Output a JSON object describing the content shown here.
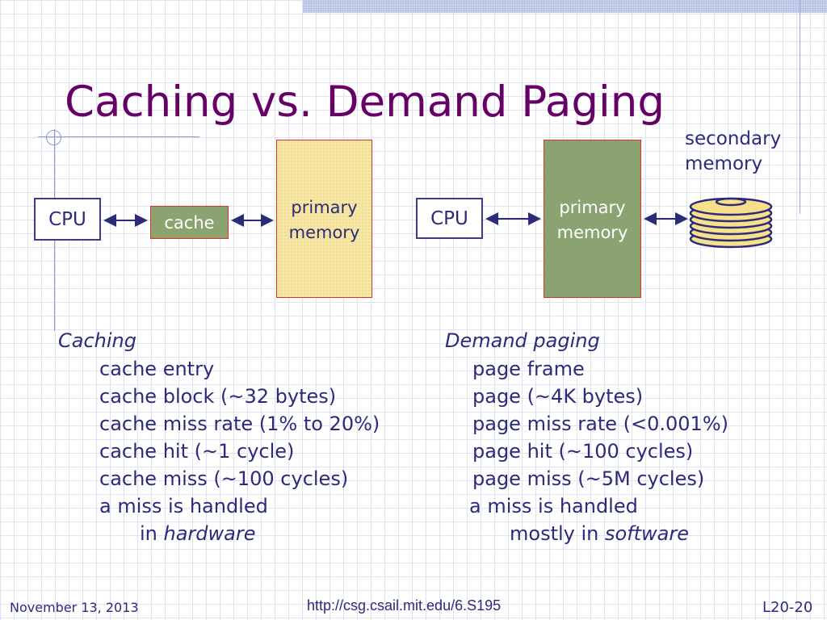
{
  "slide": {
    "title": "Caching vs. Demand Paging"
  },
  "diagram": {
    "left": {
      "cpu_label": "CPU",
      "cache_label": "cache",
      "primary_line1": "primary",
      "primary_line2": "memory"
    },
    "right": {
      "cpu_label": "CPU",
      "primary_line1": "primary",
      "primary_line2": "memory",
      "secondary_line1": "secondary",
      "secondary_line2": "memory"
    },
    "colors": {
      "title": "#660066",
      "text": "#2b2b7a",
      "cache_fill": "#8aa371",
      "primary_left_fill": "#f6e7a4",
      "box_border": "#e0301e"
    }
  },
  "caching": {
    "heading": "Caching",
    "items": [
      "cache entry",
      "cache block (~32 bytes)",
      "cache miss rate (1% to 20%)",
      "cache hit (~1 cycle)",
      "cache miss (~100 cycles)",
      "a miss is handled"
    ],
    "handled_prefix": "in ",
    "handled_emph": "hardware"
  },
  "paging": {
    "heading": "Demand paging",
    "items": [
      "page frame",
      "page (~4K bytes)",
      "page miss rate (<0.001%)",
      "page hit (~100 cycles)",
      "page miss (~5M cycles)",
      "a miss is handled"
    ],
    "handled_prefix": "mostly in ",
    "handled_emph": "software"
  },
  "footer": {
    "date": "November 13, 2013",
    "url": "http://csg.csail.mit.edu/6.S195",
    "slide_number": "L20-20"
  }
}
